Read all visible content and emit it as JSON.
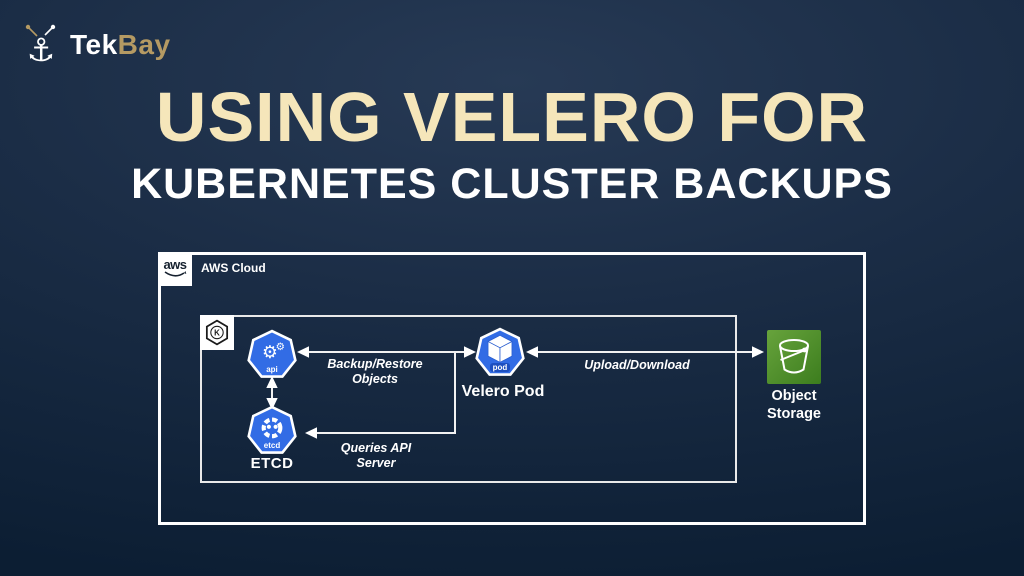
{
  "brand": {
    "tek": "Tek",
    "bay": "Bay"
  },
  "title": {
    "line1": "USING VELERO FOR",
    "line2": "KUBERNETES CLUSTER BACKUPS"
  },
  "diagram": {
    "aws_label": "AWS Cloud",
    "aws_logo_text": "aws",
    "k8s_badge_letter": "K",
    "nodes": {
      "api": {
        "badge": "api"
      },
      "etcd": {
        "badge": "etcd",
        "label": "ETCD"
      },
      "pod": {
        "badge": "pod",
        "label": "Velero Pod"
      },
      "storage": {
        "label_line1": "Object",
        "label_line2": "Storage"
      }
    },
    "edges": {
      "backup": {
        "line1": "Backup/Restore",
        "line2": "Objects"
      },
      "queries": {
        "line1": "Queries API",
        "line2": "Server"
      },
      "upload": {
        "line1": "Upload/Download"
      }
    }
  },
  "colors": {
    "k8s_blue": "#326CE5",
    "s3_green_light": "#67a33c",
    "s3_green_dark": "#3c7d1e",
    "title_cream": "#F5E6BA",
    "brand_gold": "#B59A63",
    "background_navy": "#0C1E33",
    "box_border": "#FFFFFF"
  }
}
